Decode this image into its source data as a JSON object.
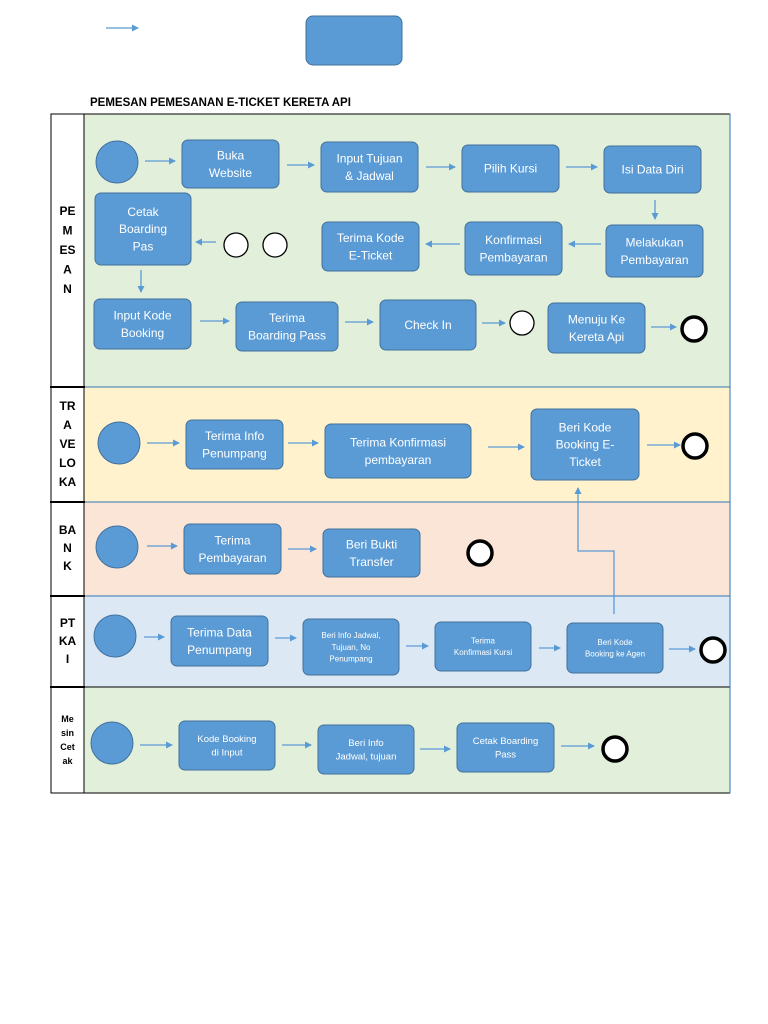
{
  "title": "PEMESAN PEMESANAN E-TICKET KERETA API",
  "colors": {
    "box_fill": "#5b9bd5",
    "box_stroke": "#41719c",
    "arrow": "#5b9bd5",
    "lane_green": "#e2efda",
    "lane_yellow": "#fff2cc",
    "lane_orange": "#fbe5d6",
    "lane_blue": "#dde8f5",
    "border": "#000000"
  },
  "legend": {
    "sample_box": ""
  },
  "lanes": [
    {
      "id": "pemesan",
      "label": [
        "PE",
        "M",
        "ES",
        "A",
        "N"
      ]
    },
    {
      "id": "traveloka",
      "label": [
        "TR",
        "A",
        "VE",
        "LO",
        "KA"
      ]
    },
    {
      "id": "bank",
      "label": [
        "BA",
        "N",
        "K"
      ]
    },
    {
      "id": "ptkai",
      "label": [
        "PT",
        "KA",
        "I"
      ]
    },
    {
      "id": "mesin",
      "label": [
        "Me",
        "sin",
        "Cet",
        "ak"
      ]
    }
  ],
  "nodes": {
    "buka_website": [
      "Buka",
      "Website"
    ],
    "input_tujuan": [
      "Input Tujuan",
      "& Jadwal"
    ],
    "pilih_kursi": [
      "Pilih Kursi"
    ],
    "isi_data_diri": [
      "Isi Data Diri"
    ],
    "melakukan_pembayaran": [
      "Melakukan",
      "Pembayaran"
    ],
    "konfirmasi_pembayaran": [
      "Konfirmasi",
      "Pembayaran"
    ],
    "terima_kode_eticket": [
      "Terima Kode",
      "E-Ticket"
    ],
    "cetak_boarding_pas": [
      "Cetak",
      "Boarding",
      "Pas"
    ],
    "input_kode_booking": [
      "Input Kode",
      "Booking"
    ],
    "terima_boarding_pass": [
      "Terima",
      "Boarding Pass"
    ],
    "check_in": [
      "Check In"
    ],
    "menuju_kereta_api": [
      "Menuju Ke",
      "Kereta Api"
    ],
    "terima_info_penumpang": [
      "Terima Info",
      "Penumpang"
    ],
    "terima_konfirmasi_pembayaran": [
      "Terima Konfirmasi",
      "pembayaran"
    ],
    "beri_kode_booking_eticket": [
      "Beri Kode",
      "Booking E-",
      "Ticket"
    ],
    "terima_pembayaran": [
      "Terima",
      "Pembayaran"
    ],
    "beri_bukti_transfer": [
      "Beri Bukti",
      "Transfer"
    ],
    "terima_data_penumpang": [
      "Terima Data",
      "Penumpang"
    ],
    "beri_info_jadwal_no": [
      "Beri Info Jadwal,",
      "Tujuan, No",
      "Penumpang"
    ],
    "terima_konfirmasi_kursi": [
      "Terima",
      "Konfirmasi Kursi"
    ],
    "beri_kode_booking_agen": [
      "Beri Kode",
      "Booking ke Agen"
    ],
    "kode_booking_di_input": [
      "Kode Booking",
      "di Input"
    ],
    "beri_info_jadwal_tujuan": [
      "Beri Info",
      "Jadwal, tujuan"
    ],
    "cetak_boarding_pass": [
      "Cetak Boarding",
      "Pass"
    ]
  }
}
